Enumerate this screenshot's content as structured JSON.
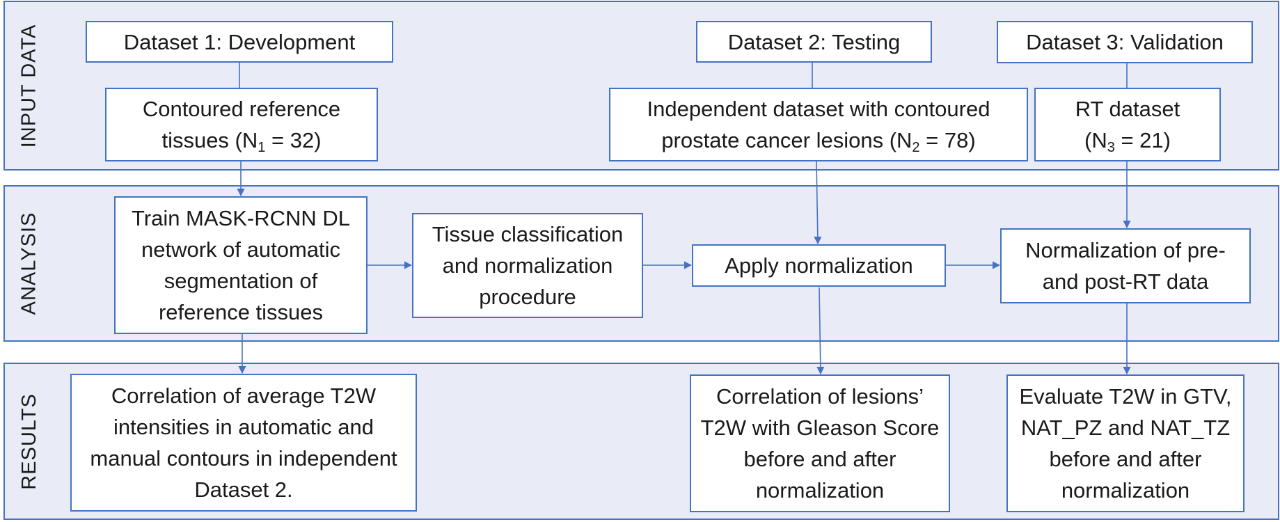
{
  "sections": {
    "input": "INPUT DATA",
    "analysis": "ANALYSIS",
    "results": "RESULTS"
  },
  "input": {
    "dataset1_title": "Dataset 1: Development",
    "dataset2_title": "Dataset 2: Testing",
    "dataset3_title": "Dataset 3: Validation",
    "dataset1_desc_line1": "Contoured reference",
    "dataset1_desc_line2_pre": "tissues (N",
    "dataset1_desc_sub": "1",
    "dataset1_desc_line2_post": " = 32)",
    "dataset2_desc_line1": "Independent dataset with contoured",
    "dataset2_desc_line2_pre": "prostate cancer lesions (N",
    "dataset2_desc_sub": "2",
    "dataset2_desc_line2_post": " = 78)",
    "dataset3_desc_line1": "RT dataset",
    "dataset3_desc_line2_pre": "(N",
    "dataset3_desc_sub": "3",
    "dataset3_desc_line2_post": " = 21)"
  },
  "analysis": {
    "train": "Train MASK-RCNN DL network of automatic segmentation of reference tissues",
    "classify": "Tissue classification and normalization procedure",
    "apply": "Apply normalization",
    "normalize_rt": "Normalization of pre- and post-RT data"
  },
  "results": {
    "correlation_auto_manual": "Correlation of average T2W intensities in automatic and manual contours in independent Dataset 2.",
    "correlation_gleason": "Correlation of lesions’ T2W with Gleason Score before and after normalization",
    "evaluate_t2w": "Evaluate T2W in GTV, NAT_PZ and NAT_TZ before and after normalization"
  },
  "colors": {
    "band_fill": "#e9ecf6",
    "border": "#4472c4",
    "arrow": "#4472c4",
    "text": "#1a1a1a"
  }
}
